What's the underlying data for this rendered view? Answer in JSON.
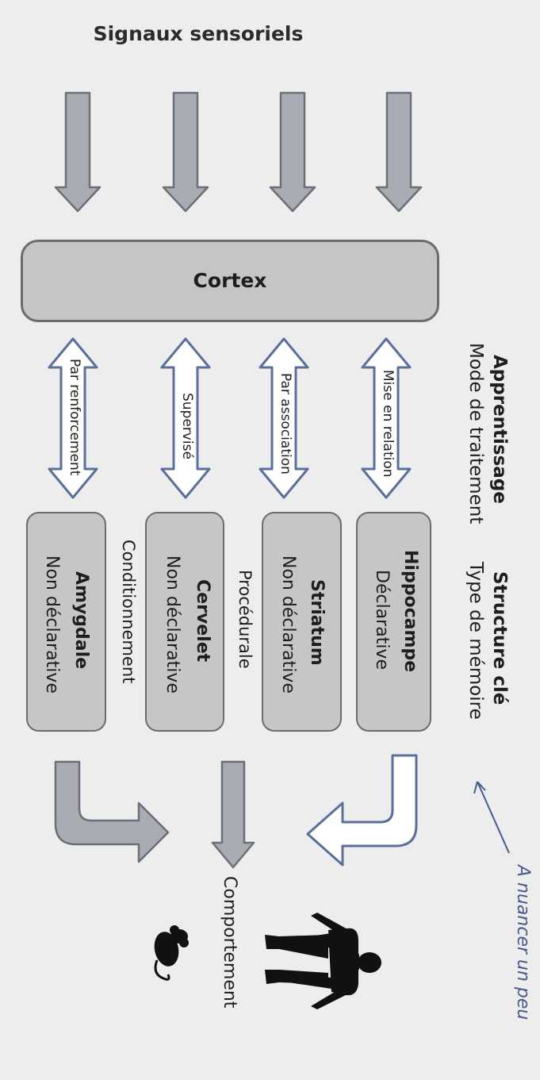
{
  "title": "Signaux sensoriels",
  "cortex": "Cortex",
  "headers": {
    "col1_bold": "Apprentissage",
    "col1_norm": "Mode de traitement",
    "col2_bold": "Structure clé",
    "col2_norm": "Type de mémoire"
  },
  "rows": [
    {
      "mode": "Mise en relation",
      "structure": "Hippocampe",
      "memory": "Déclarative"
    },
    {
      "mode": "Par association",
      "structure": "Striatum",
      "memory": "Non déclarative"
    },
    {
      "mode": "Supervisé",
      "structure": "Cervelet",
      "memory": "Non déclarative"
    },
    {
      "mode": "Par renforcement",
      "structure": "Amygdale",
      "memory": "Non déclarative"
    }
  ],
  "group_labels": {
    "procedural": "Procédurale",
    "conditioning": "Conditionnement"
  },
  "output": "Comportement",
  "handwritten_note": "A nuancer un peu",
  "icons": [
    "human-silhouette-icon",
    "mouse-silhouette-icon"
  ]
}
